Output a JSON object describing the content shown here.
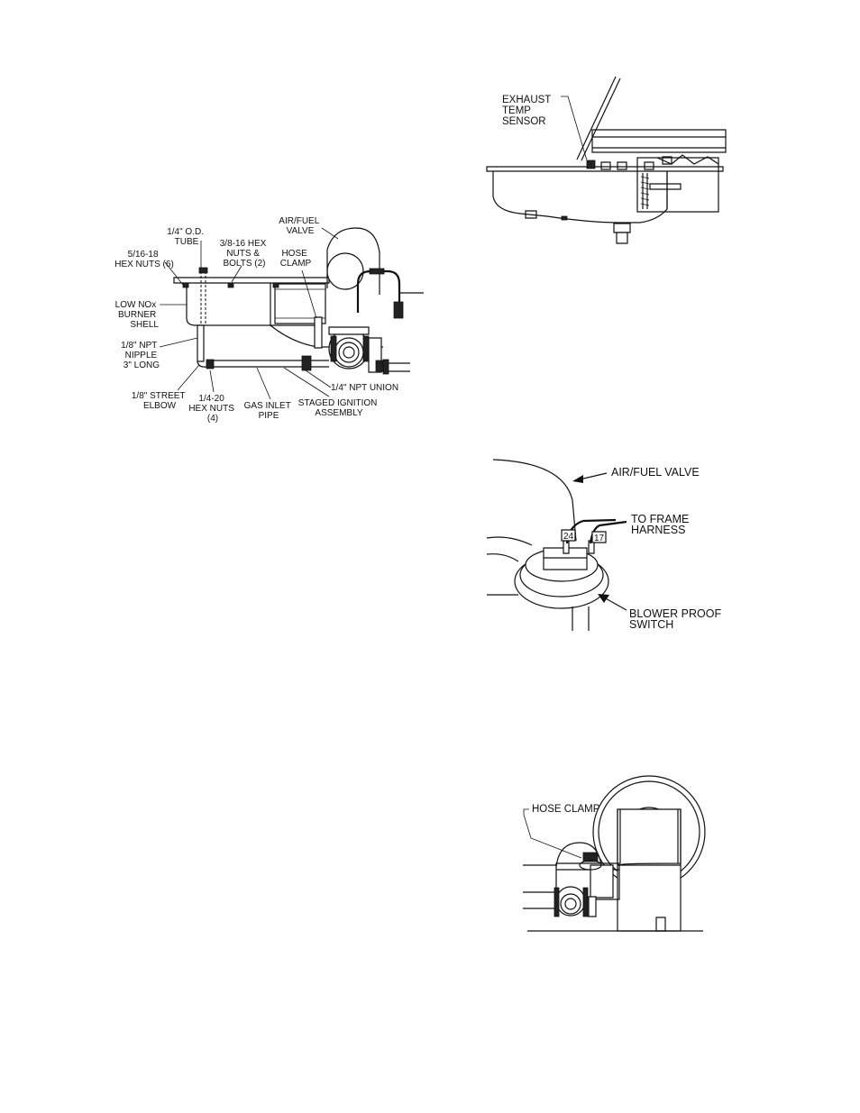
{
  "figure_burner": {
    "labels": {
      "tube": [
        "1/4\" O.D.",
        "TUBE"
      ],
      "hex_nuts_5_16": [
        "5/16-18",
        "HEX NUTS (6)"
      ],
      "hex_nuts_bolts_3_8": [
        "3/8-16 HEX",
        "NUTS &",
        "BOLTS (2)"
      ],
      "air_fuel_valve": [
        "AIR/FUEL",
        "VALVE"
      ],
      "hose_clamp": [
        "HOSE",
        "CLAMP"
      ],
      "burner_shell": [
        "LOW NOx",
        "BURNER",
        "SHELL"
      ],
      "npt_nipple": [
        "1/8\" NPT",
        "NIPPLE",
        "3\" LONG"
      ],
      "street_elbow": [
        "1/8\" STREET",
        "ELBOW"
      ],
      "hex_nuts_1_4": [
        "1/4-20",
        "HEX NUTS",
        "(4)"
      ],
      "gas_inlet_pipe": [
        "GAS INLET",
        "PIPE"
      ],
      "staged_ignition": [
        "STAGED IGNITION",
        "ASSEMBLY"
      ],
      "npt_union": [
        "1/4\" NPT UNION"
      ]
    }
  },
  "figure_exhaust": {
    "labels": {
      "sensor": [
        "EXHAUST",
        "TEMP",
        "SENSOR"
      ]
    }
  },
  "figure_blower_switch": {
    "labels": {
      "air_fuel_valve": [
        "AIR/FUEL VALVE"
      ],
      "frame_harness": [
        "TO FRAME",
        "HARNESS"
      ],
      "blower_proof_switch": [
        "BLOWER PROOF",
        "SWITCH"
      ],
      "terminal_left": "24",
      "terminal_right": "17"
    }
  },
  "figure_hose_clamp": {
    "labels": {
      "hose_clamp": [
        "HOSE CLAMP"
      ]
    }
  }
}
